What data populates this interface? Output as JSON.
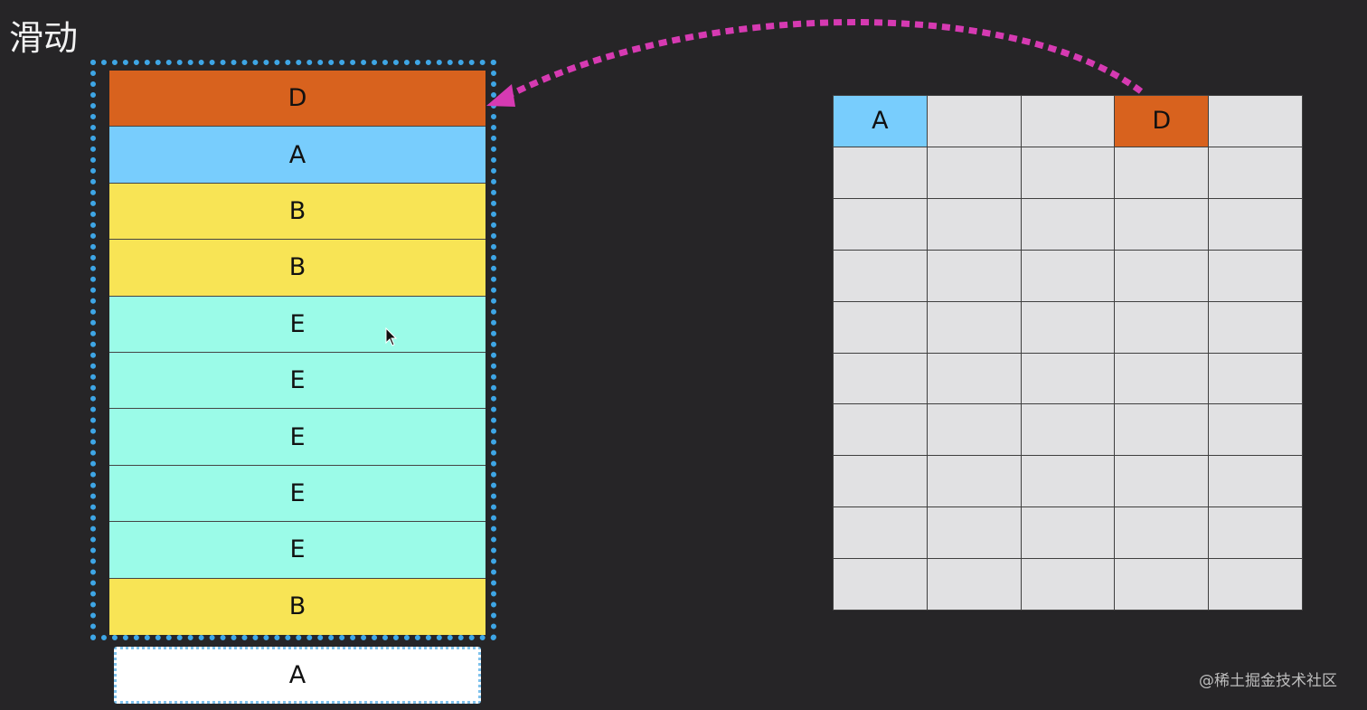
{
  "title": "滑动",
  "list": {
    "rows": [
      {
        "label": "D",
        "color": "#d8621e"
      },
      {
        "label": "A",
        "color": "#78cdfd"
      },
      {
        "label": "B",
        "color": "#f8e455"
      },
      {
        "label": "B",
        "color": "#f8e455"
      },
      {
        "label": "E",
        "color": "#9bfbe8"
      },
      {
        "label": "E",
        "color": "#9bfbe8"
      },
      {
        "label": "E",
        "color": "#9bfbe8"
      },
      {
        "label": "E",
        "color": "#9bfbe8"
      },
      {
        "label": "E",
        "color": "#9bfbe8"
      },
      {
        "label": "B",
        "color": "#f8e455"
      }
    ],
    "frame_color": "#3ea6e6",
    "pending": {
      "label": "A",
      "color": "#ffffff"
    }
  },
  "grid": {
    "cell_color": "#e1e1e3",
    "cells": [
      {
        "label": "A",
        "color": "#78cdfd"
      },
      {
        "label": "",
        "color": ""
      },
      {
        "label": "",
        "color": ""
      },
      {
        "label": "D",
        "color": "#d8621e"
      },
      {
        "label": "",
        "color": ""
      },
      {
        "label": "",
        "color": ""
      },
      {
        "label": "",
        "color": ""
      },
      {
        "label": "",
        "color": ""
      },
      {
        "label": "",
        "color": ""
      },
      {
        "label": "",
        "color": ""
      },
      {
        "label": "",
        "color": ""
      },
      {
        "label": "",
        "color": ""
      },
      {
        "label": "",
        "color": ""
      },
      {
        "label": "",
        "color": ""
      },
      {
        "label": "",
        "color": ""
      },
      {
        "label": "",
        "color": ""
      },
      {
        "label": "",
        "color": ""
      },
      {
        "label": "",
        "color": ""
      },
      {
        "label": "",
        "color": ""
      },
      {
        "label": "",
        "color": ""
      },
      {
        "label": "",
        "color": ""
      },
      {
        "label": "",
        "color": ""
      },
      {
        "label": "",
        "color": ""
      },
      {
        "label": "",
        "color": ""
      },
      {
        "label": "",
        "color": ""
      },
      {
        "label": "",
        "color": ""
      },
      {
        "label": "",
        "color": ""
      },
      {
        "label": "",
        "color": ""
      },
      {
        "label": "",
        "color": ""
      },
      {
        "label": "",
        "color": ""
      },
      {
        "label": "",
        "color": ""
      },
      {
        "label": "",
        "color": ""
      },
      {
        "label": "",
        "color": ""
      },
      {
        "label": "",
        "color": ""
      },
      {
        "label": "",
        "color": ""
      },
      {
        "label": "",
        "color": ""
      },
      {
        "label": "",
        "color": ""
      },
      {
        "label": "",
        "color": ""
      },
      {
        "label": "",
        "color": ""
      },
      {
        "label": "",
        "color": ""
      },
      {
        "label": "",
        "color": ""
      },
      {
        "label": "",
        "color": ""
      },
      {
        "label": "",
        "color": ""
      },
      {
        "label": "",
        "color": ""
      },
      {
        "label": "",
        "color": ""
      },
      {
        "label": "",
        "color": ""
      },
      {
        "label": "",
        "color": ""
      },
      {
        "label": "",
        "color": ""
      },
      {
        "label": "",
        "color": ""
      },
      {
        "label": "",
        "color": ""
      }
    ]
  },
  "arrow_color": "#d63ab2",
  "icons": {
    "cursor": "mouse-pointer-icon"
  },
  "watermark": "@稀土掘金技术社区"
}
